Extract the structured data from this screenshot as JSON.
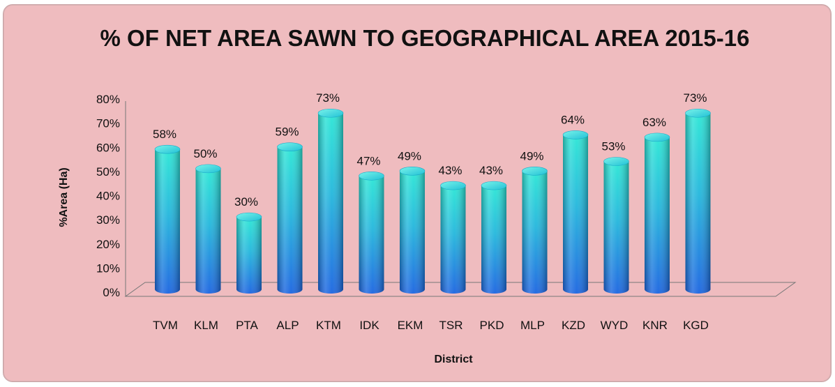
{
  "chart_data": {
    "type": "bar",
    "title": "% OF NET AREA SAWN TO GEOGRAPHICAL AREA 2015-16",
    "xlabel": "District",
    "ylabel": "%Area (Ha)",
    "categories": [
      "TVM",
      "KLM",
      "PTA",
      "ALP",
      "KTM",
      "IDK",
      "EKM",
      "TSR",
      "PKD",
      "MLP",
      "KZD",
      "WYD",
      "KNR",
      "KGD"
    ],
    "values": [
      58,
      50,
      30,
      59,
      73,
      47,
      49,
      43,
      43,
      49,
      64,
      53,
      63,
      73
    ],
    "data_labels": [
      "58%",
      "50%",
      "30%",
      "59%",
      "73%",
      "47%",
      "49%",
      "43%",
      "43%",
      "49%",
      "64%",
      "53%",
      "63%",
      "73%"
    ],
    "y_ticks": [
      "0%",
      "10%",
      "20%",
      "30%",
      "40%",
      "50%",
      "60%",
      "70%",
      "80%"
    ],
    "ylim": [
      0,
      80
    ],
    "gridlines": false,
    "legend": "none",
    "style": "3d-cylinder",
    "colors": {
      "background": "#efbcbf",
      "bar_top": "#27e0d2",
      "bar_bottom": "#1a6ce0",
      "bar_edge": "#1f86cf"
    }
  }
}
